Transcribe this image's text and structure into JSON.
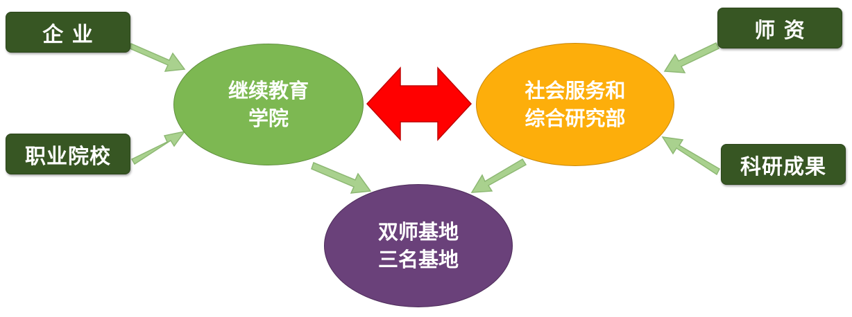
{
  "boxes": {
    "enterprise": "企 业",
    "vocational": "职业院校",
    "teachers": "师 资",
    "research": "科研成果"
  },
  "nodes": {
    "continuing_education": [
      "继续教育",
      "学院"
    ],
    "social_service": [
      "社会服务和",
      "综合研究部"
    ],
    "dual_base": [
      "双师基地",
      "三名基地"
    ]
  },
  "colors": {
    "box_fill": "#375623",
    "green_node": "#7DB852",
    "orange_node": "#FDAE0B",
    "purple_node": "#6A417A",
    "arrow_fill": "#A9D18E",
    "double_arrow": "#FF0000"
  }
}
